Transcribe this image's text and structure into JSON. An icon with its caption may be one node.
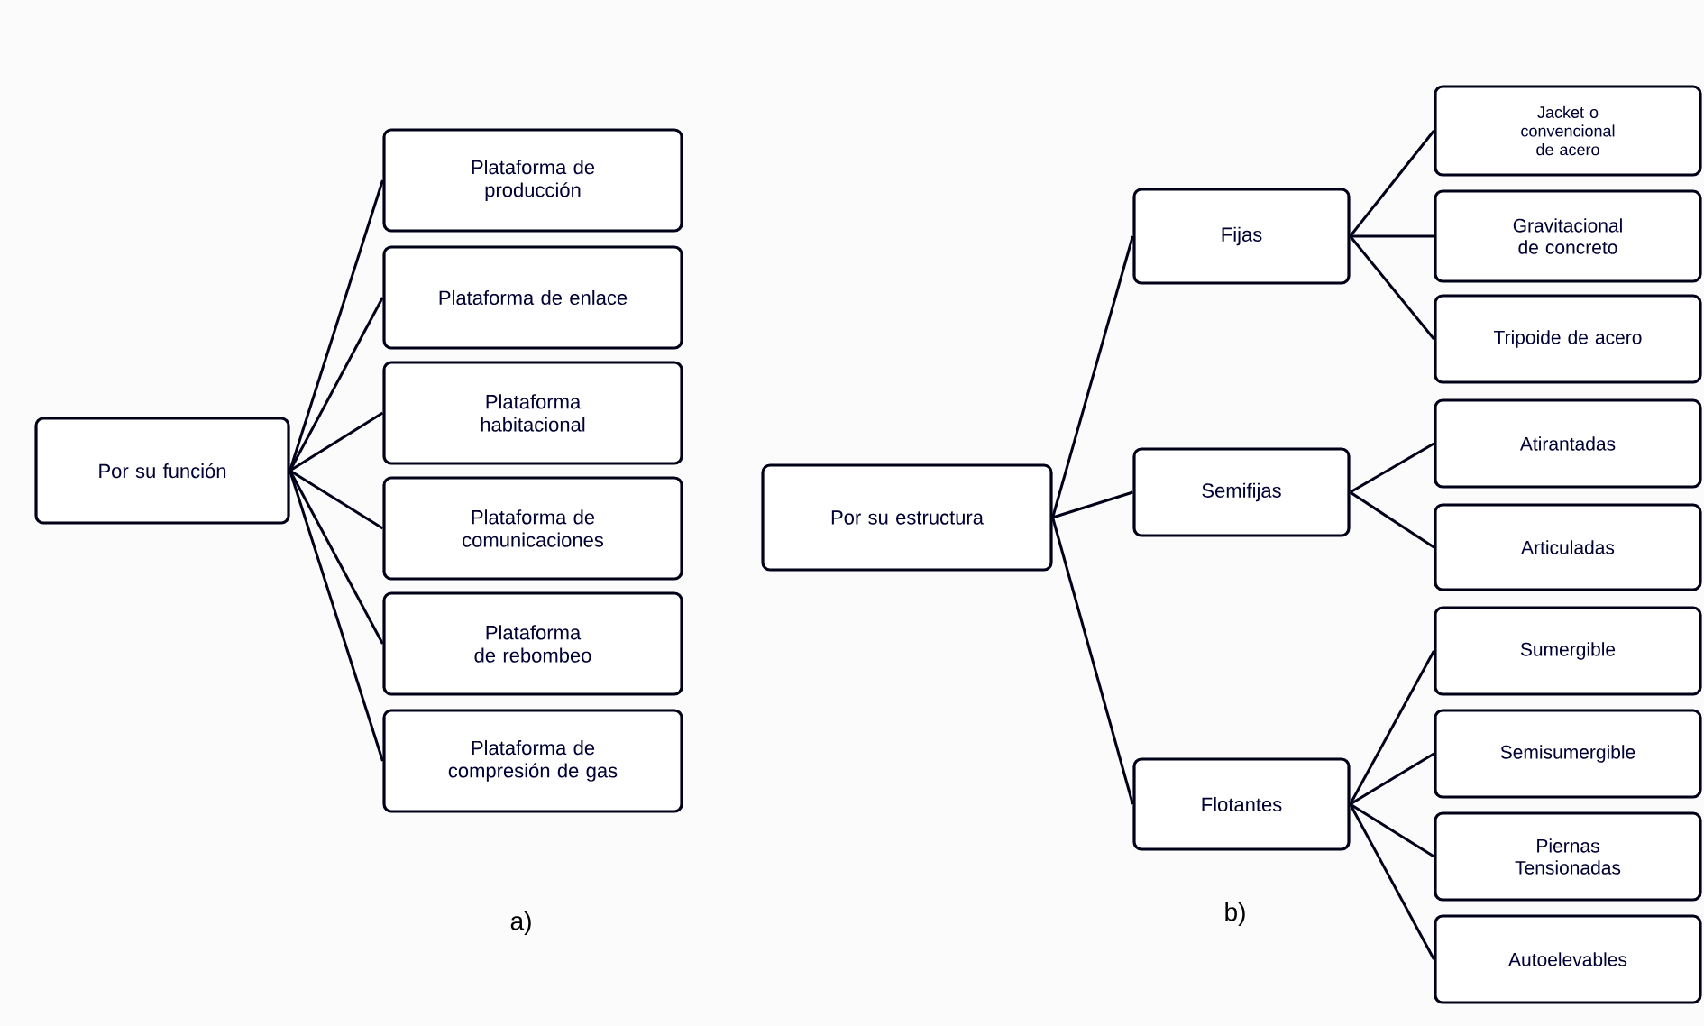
{
  "diagram": {
    "nodes": [
      {
        "text": [
          "Por su función"
        ]
      },
      {
        "text": [
          "Plataforma de producción"
        ]
      },
      {
        "text": [
          "Plataforma de enlace"
        ]
      },
      {
        "text": [
          "Plataforma habitacional"
        ]
      },
      {
        "text": [
          "Plataforma de comunicaciones"
        ]
      },
      {
        "text": [
          "Plataforma de rebombeo"
        ]
      },
      {
        "text": [
          "Plataforma de compresión de gas"
        ]
      },
      {
        "text": [
          "Por su estructura"
        ]
      },
      {
        "text": [
          "Fijas"
        ]
      },
      {
        "text": [
          "Jacket o convencional de acero"
        ]
      },
      {
        "text": [
          "Gravitacional de concreto"
        ]
      },
      {
        "text": [
          "Tripoide de acero"
        ]
      },
      {
        "text": [
          "Semifijas"
        ]
      },
      {
        "text": [
          "Atirantadas"
        ]
      },
      {
        "text": [
          "Articuladas"
        ]
      },
      {
        "text": [
          "Flotantes"
        ]
      },
      {
        "text": [
          "Sumergible"
        ]
      },
      {
        "text": [
          "Semisumergible"
        ]
      },
      {
        "text": [
          "Piernas Tensionadas"
        ]
      },
      {
        "text": [
          "Autoelevables"
        ]
      }
    ],
    "edges": [
      {
        "from": 0,
        "to": 1,
        "arrow": "none"
      },
      {
        "from": 0,
        "to": 2,
        "arrow": "none"
      },
      {
        "from": 0,
        "to": 3,
        "arrow": "none"
      },
      {
        "from": 0,
        "to": 4,
        "arrow": "none"
      },
      {
        "from": 0,
        "to": 5,
        "arrow": "none"
      },
      {
        "from": 0,
        "to": 6,
        "arrow": "none"
      },
      {
        "from": 7,
        "to": 8,
        "arrow": "none"
      },
      {
        "from": 7,
        "to": 12,
        "arrow": "none"
      },
      {
        "from": 7,
        "to": 15,
        "arrow": "none"
      },
      {
        "from": 8,
        "to": 9,
        "arrow": "none"
      },
      {
        "from": 8,
        "to": 10,
        "arrow": "none"
      },
      {
        "from": 8,
        "to": 11,
        "arrow": "none"
      },
      {
        "from": 12,
        "to": 13,
        "arrow": "none"
      },
      {
        "from": 12,
        "to": 14,
        "arrow": "none"
      },
      {
        "from": 15,
        "to": 16,
        "arrow": "none"
      },
      {
        "from": 15,
        "to": 17,
        "arrow": "none"
      },
      {
        "from": 15,
        "to": 18,
        "arrow": "none"
      },
      {
        "from": 15,
        "to": 19,
        "arrow": "none"
      }
    ],
    "labels": [
      "a)",
      "b)"
    ]
  }
}
